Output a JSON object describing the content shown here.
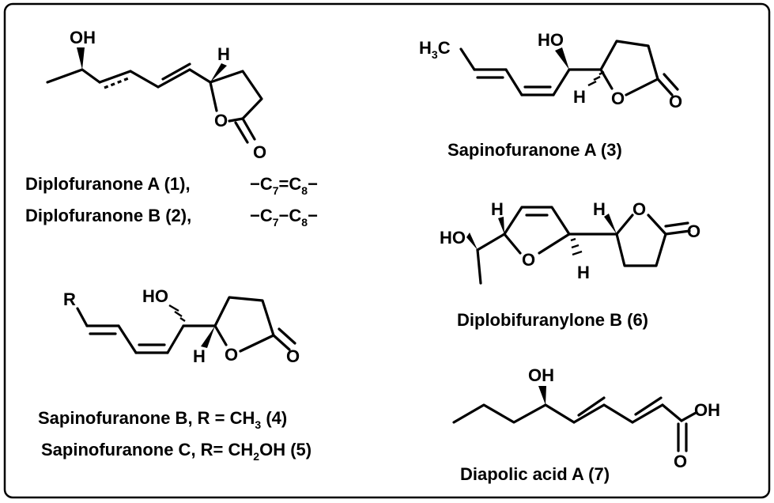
{
  "compounds": {
    "c1": {
      "name": "Diplofuranone A (1),",
      "frag": {
        "left": "−C",
        "s1": "7",
        "eq": "=C",
        "s2": "8",
        "right": "−"
      }
    },
    "c2": {
      "name": "Diplofuranone B (2),",
      "frag": {
        "left": "−C",
        "s1": "7",
        "eq": "−C",
        "s2": "8",
        "right": "−"
      }
    },
    "c3": {
      "name": "Sapinofuranone A (3)"
    },
    "c4": {
      "name": "Sapinofuranone B, R = CH",
      "sub": "3",
      "tail": " (4)"
    },
    "c5": {
      "name": "Sapinofuranone C, R= CH",
      "sub": "2",
      "tail": "OH (5)"
    },
    "c6": {
      "name": "Diplobifuranylone B (6)"
    },
    "c7": {
      "name": "Diapolic acid A (7)"
    }
  },
  "atoms": {
    "oh": "OH",
    "ho": "HO",
    "h": "H",
    "o": "O",
    "r": "R",
    "h3c": "H",
    "h3c_sub": "3",
    "h3c_c": "C"
  }
}
